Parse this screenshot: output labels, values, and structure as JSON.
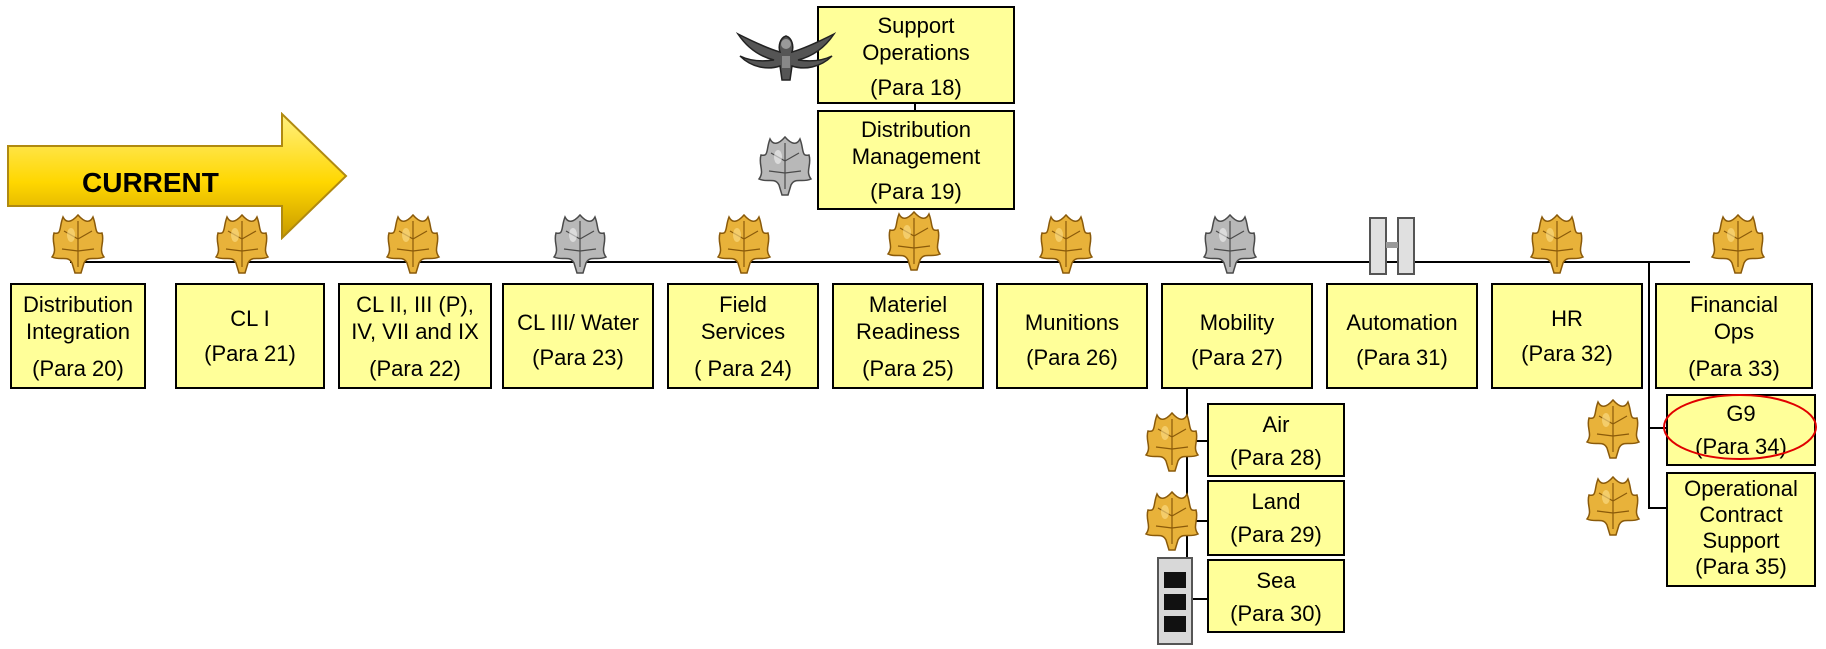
{
  "banner": {
    "label": "CURRENT",
    "fill": "#ffd700"
  },
  "colors": {
    "box_fill": "#ffff99",
    "gold_leaf": "#e8b23a",
    "silver_leaf": "#b8b8b8",
    "highlight_ellipse": "#e00000"
  },
  "rank_icons": {
    "support_operations": "colonel-eagle-icon",
    "distribution_management": "lieutenant-colonel-leaf-icon",
    "automation": "captain-bars-icon",
    "sea": "warrant-officer-bar-icon",
    "default": "major-leaf-icon"
  },
  "top_boxes": [
    {
      "id": "support-operations",
      "lines": [
        "Support",
        "Operations",
        "(Para 18)"
      ]
    },
    {
      "id": "distribution-management",
      "lines": [
        "Distribution",
        "Management",
        "(Para 19)"
      ]
    }
  ],
  "main_boxes": [
    {
      "id": "distribution-integration",
      "lines": [
        "Distribution",
        "Integration",
        "(Para 20)"
      ]
    },
    {
      "id": "cl-i",
      "lines": [
        "CL I",
        "(Para 21)"
      ]
    },
    {
      "id": "cl-ii-iii-iv-vii-ix",
      "lines": [
        "CL II, III (P),",
        "IV, VII and IX",
        "(Para 22)"
      ]
    },
    {
      "id": "cl-iii-water",
      "lines": [
        "CL III/ Water",
        "(Para 23)"
      ]
    },
    {
      "id": "field-services",
      "lines": [
        "Field",
        "Services",
        "( Para 24)"
      ]
    },
    {
      "id": "materiel-readiness",
      "lines": [
        "Materiel",
        "Readiness",
        "(Para 25)"
      ]
    },
    {
      "id": "munitions",
      "lines": [
        "Munitions",
        "(Para 26)"
      ]
    },
    {
      "id": "mobility",
      "lines": [
        "Mobility",
        "(Para 27)"
      ]
    },
    {
      "id": "automation",
      "lines": [
        "Automation",
        "(Para 31)"
      ]
    },
    {
      "id": "hr",
      "lines": [
        "HR",
        "(Para 32)"
      ]
    },
    {
      "id": "financial-ops",
      "lines": [
        "Financial",
        "Ops",
        "(Para 33)"
      ]
    }
  ],
  "mobility_children": [
    {
      "id": "air",
      "lines": [
        "Air",
        "(Para 28)"
      ]
    },
    {
      "id": "land",
      "lines": [
        "Land",
        "(Para 29)"
      ]
    },
    {
      "id": "sea",
      "lines": [
        "Sea",
        "(Para 30)"
      ]
    }
  ],
  "right_children": [
    {
      "id": "g9",
      "lines": [
        "G9",
        "(Para 34)"
      ]
    },
    {
      "id": "operational-contract-support",
      "lines": [
        "Operational",
        "Contract",
        "Support",
        "(Para 35)"
      ]
    }
  ]
}
